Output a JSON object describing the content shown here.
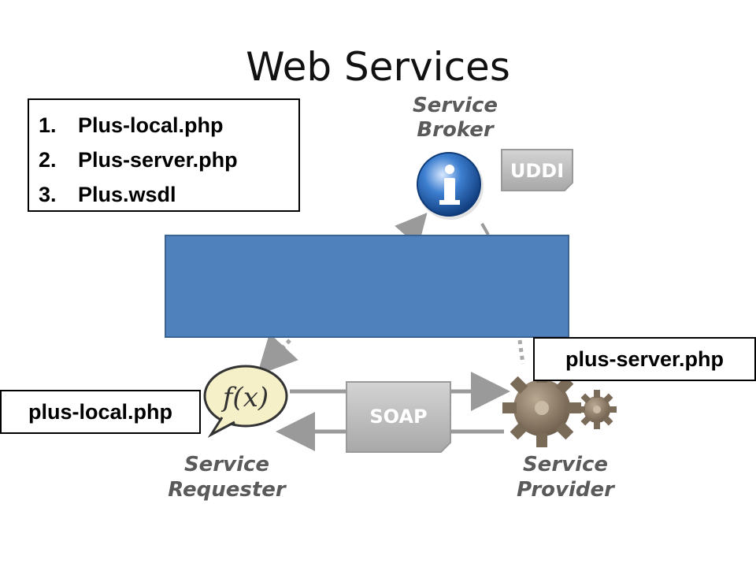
{
  "title": "Web Services",
  "file_list": [
    {
      "num": "1.",
      "name": "Plus-local.php"
    },
    {
      "num": "2.",
      "name": "Plus-server.php"
    },
    {
      "num": "3.",
      "name": "Plus.wsdl"
    }
  ],
  "labels": {
    "server": "plus-server.php",
    "local": "plus-local.php"
  },
  "diagram": {
    "broker": {
      "line1": "Service",
      "line2": "Broker"
    },
    "uddi": "UDDI",
    "soap": "SOAP",
    "requester": {
      "line1": "Service",
      "line2": "Requester"
    },
    "provider": {
      "line1": "Service",
      "line2": "Provider"
    },
    "fx_symbol": "f(x)",
    "info_symbol": "i"
  },
  "colors": {
    "highlight_rect": "#4f81bd",
    "label_gray": "#5a5a5a",
    "info_blue": "#1f5fb0",
    "gear_brown": "#7a6a58"
  }
}
